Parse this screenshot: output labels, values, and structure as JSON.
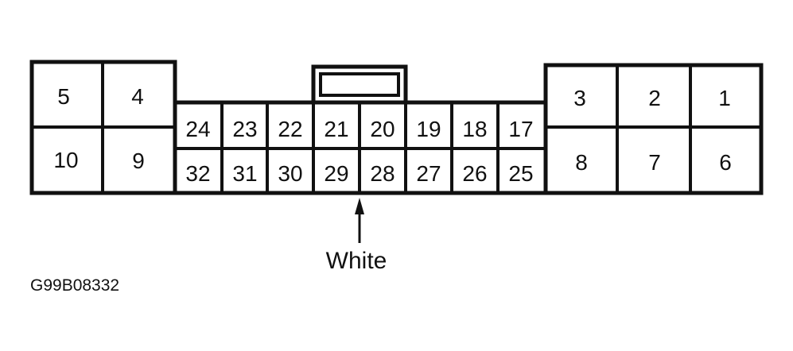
{
  "connector": {
    "pins_left_top": [
      "5",
      "4"
    ],
    "pins_left_bottom": [
      "10",
      "9"
    ],
    "pins_mid_top": [
      "24",
      "23",
      "22",
      "21",
      "20",
      "19",
      "18",
      "17"
    ],
    "pins_mid_bottom": [
      "32",
      "31",
      "30",
      "29",
      "28",
      "27",
      "26",
      "25"
    ],
    "pins_right_top": [
      "3",
      "2",
      "1"
    ],
    "pins_right_bottom": [
      "8",
      "7",
      "6"
    ]
  },
  "callout": {
    "label": "White"
  },
  "figure_id": "G99B08332"
}
